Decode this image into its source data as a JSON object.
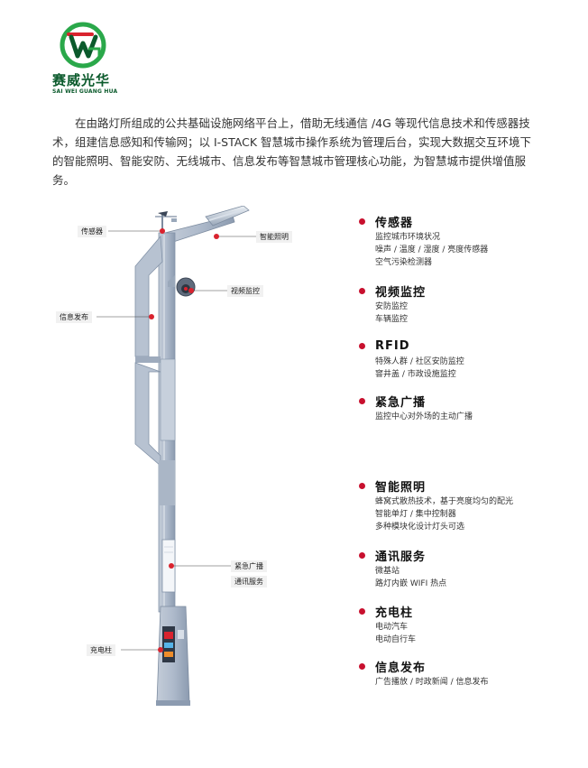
{
  "brand": {
    "name_cn": "赛威光华",
    "name_en": "SAI WEI GUANG HUA",
    "colors": {
      "green": "#0b5a2c",
      "light_green": "#2aa84a",
      "red": "#d9232e",
      "accent_red": "#c8102e",
      "pole_blue": "#aab7c8"
    }
  },
  "intro": "在由路灯所组成的公共基础设施网络平台上，借助无线通信 /4G 等现代信息技术和传感器技术，组建信息感知和传输网；以 I-STACK 智慧城市操作系统为管理后台，实现大数据交互环境下的智能照明、智能安防、无线城市、信息发布等智慧城市管理核心功能，为智慧城市提供增值服务。",
  "callouts": {
    "sensor": "传感器",
    "smart_lighting": "智能照明",
    "video": "视频监控",
    "info_release": "信息发布",
    "emergency": "紧急广播",
    "comm": "通讯服务",
    "charging": "充电柱"
  },
  "features": [
    {
      "title": "传感器",
      "lines": [
        "监控城市环境状况",
        "噪声 / 温度 / 湿度 / 亮度传感器",
        "空气污染检测器"
      ]
    },
    {
      "title": "视频监控",
      "lines": [
        "安防监控",
        "车辆监控"
      ]
    },
    {
      "title": "RFID",
      "lines": [
        "特殊人群 / 社区安防监控",
        "窨井盖 / 市政设施监控"
      ]
    },
    {
      "title": "紧急广播",
      "lines": [
        "监控中心对外场的主动广播"
      ]
    },
    {
      "title": "智能照明",
      "lines": [
        "蜂窝式散热技术，基于亮度均匀的配光",
        "智能单灯 / 集中控制器",
        "多种模块化设计灯头可选"
      ]
    },
    {
      "title": "通讯服务",
      "lines": [
        "微基站",
        "路灯内嵌 WIFI 热点"
      ]
    },
    {
      "title": "充电柱",
      "lines": [
        "电动汽车",
        "电动自行车"
      ]
    },
    {
      "title": "信息发布",
      "lines": [
        "广告播放 / 时政新闻 / 信息发布"
      ]
    }
  ]
}
